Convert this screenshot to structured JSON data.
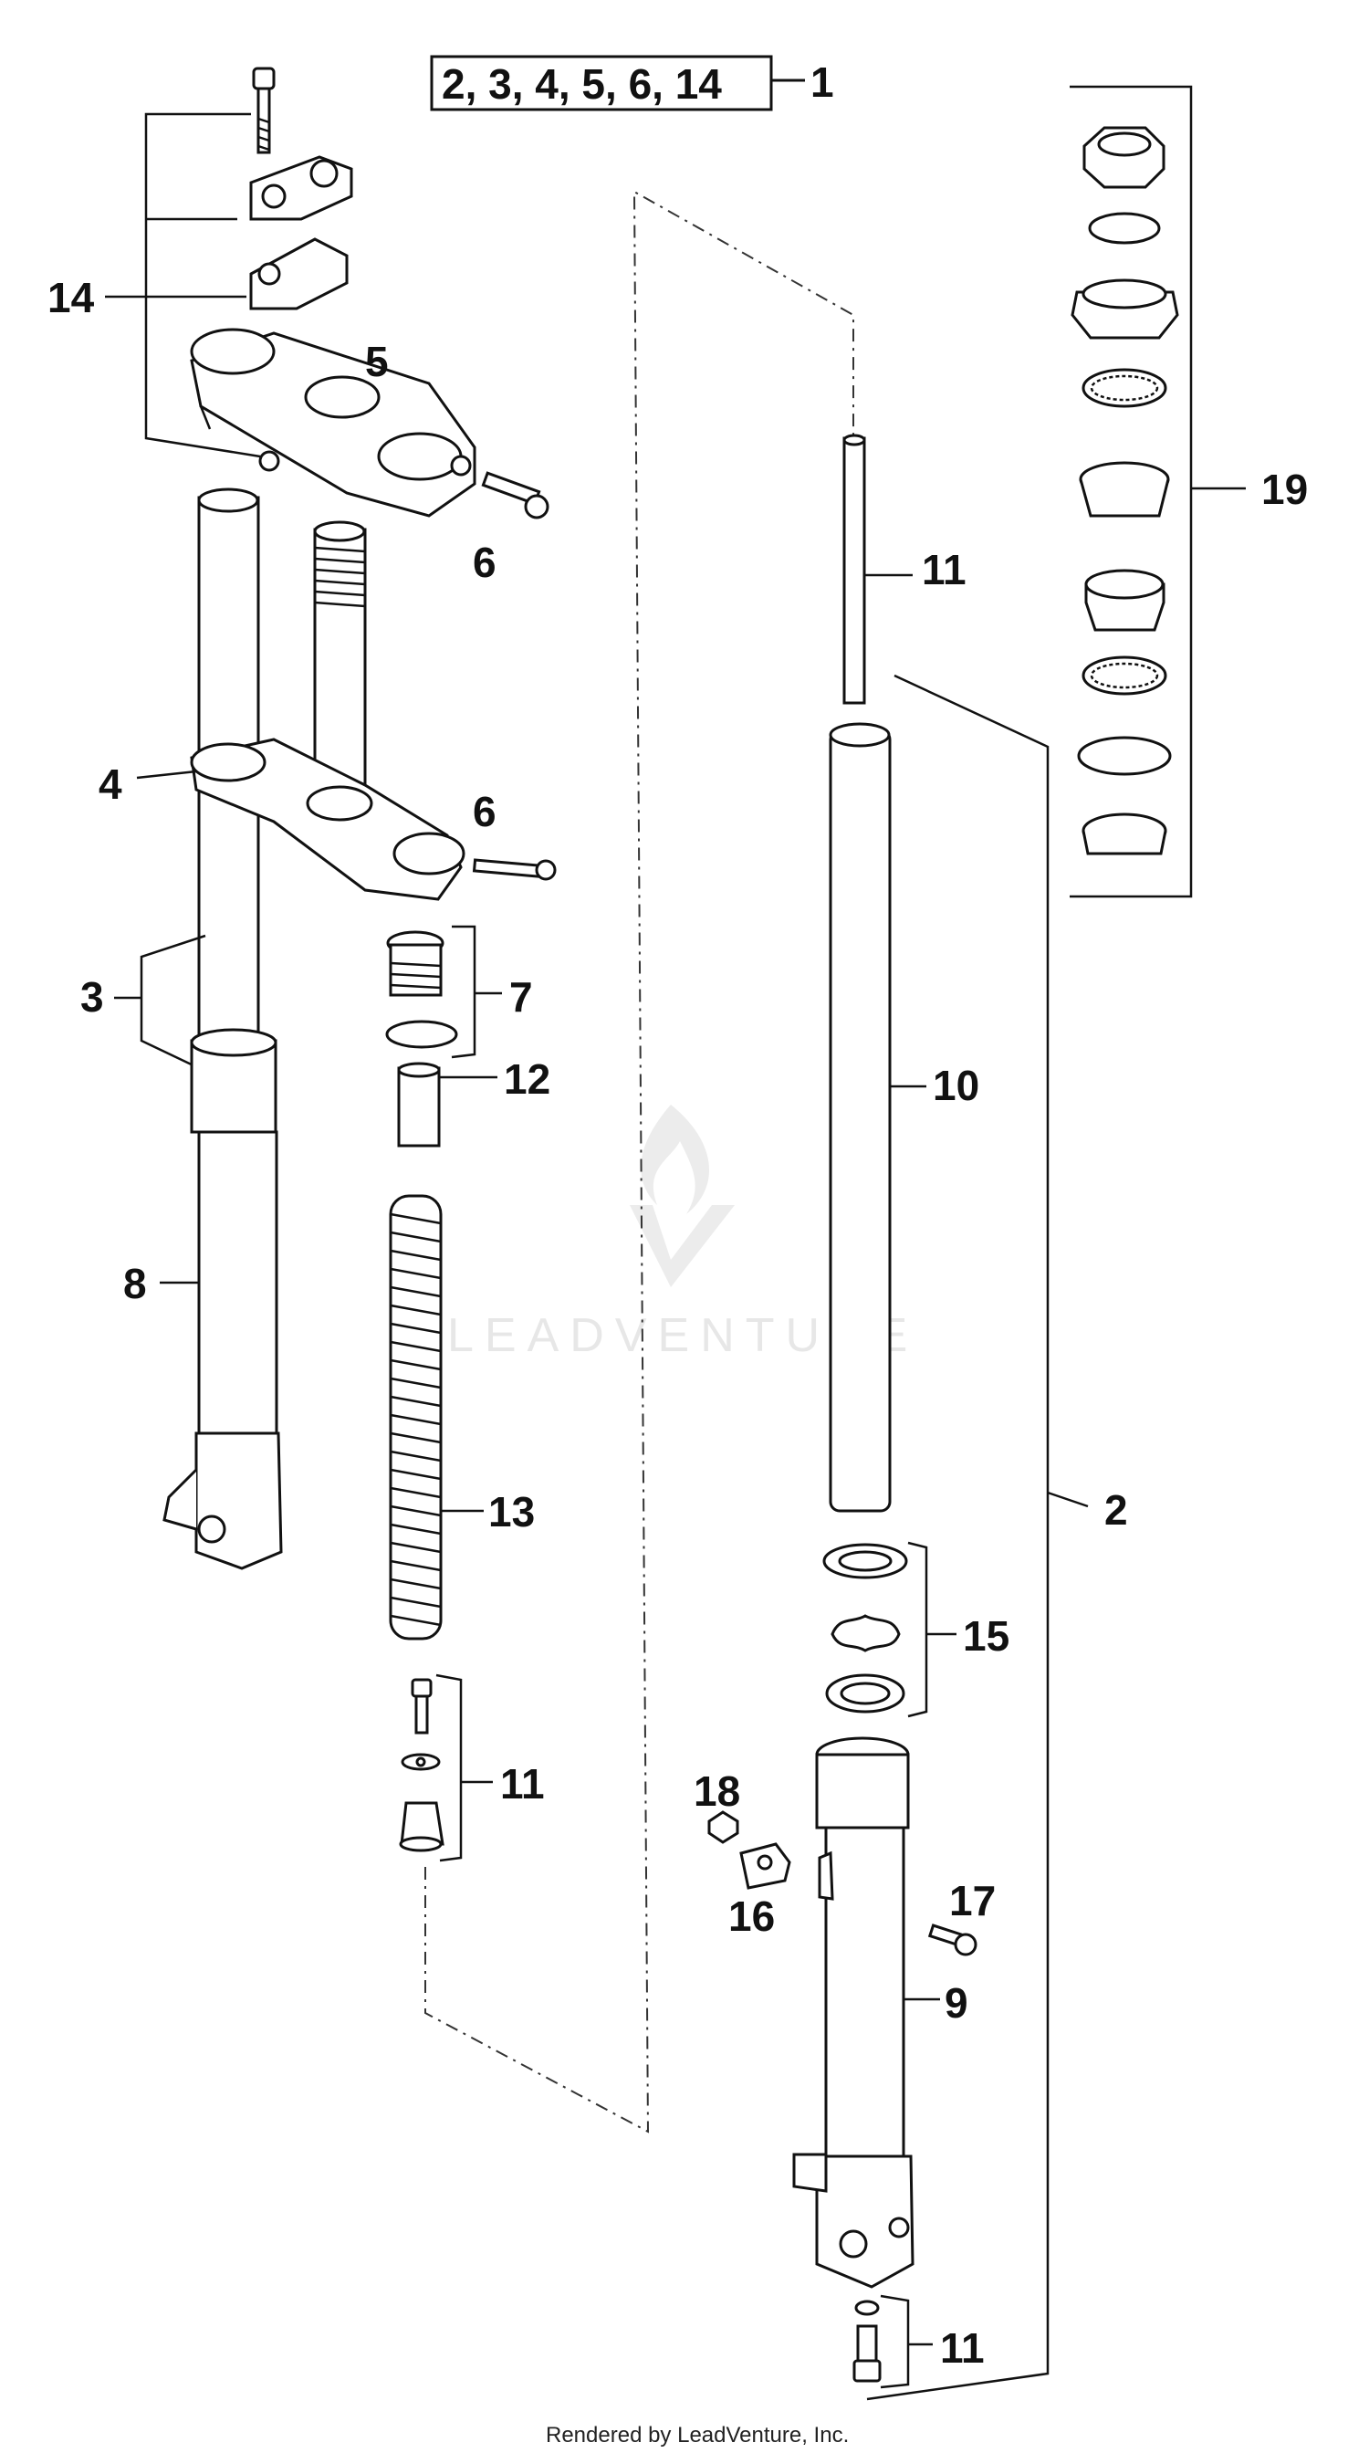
{
  "header_box": {
    "text": "2, 3, 4, 5, 6, 14",
    "ref": "1"
  },
  "callouts": {
    "c14": "14",
    "c5": "5",
    "c6a": "6",
    "c4": "4",
    "c6b": "6",
    "c3": "3",
    "c7": "7",
    "c12": "12",
    "c8": "8",
    "c13": "13",
    "c11a": "11",
    "c11b": "11",
    "c10": "10",
    "c19": "19",
    "c2": "2",
    "c15": "15",
    "c18": "18",
    "c16": "16",
    "c17": "17",
    "c9": "9",
    "c11c": "11"
  },
  "watermark": "LEADVENTURE",
  "footer": "Rendered by LeadVenture, Inc."
}
